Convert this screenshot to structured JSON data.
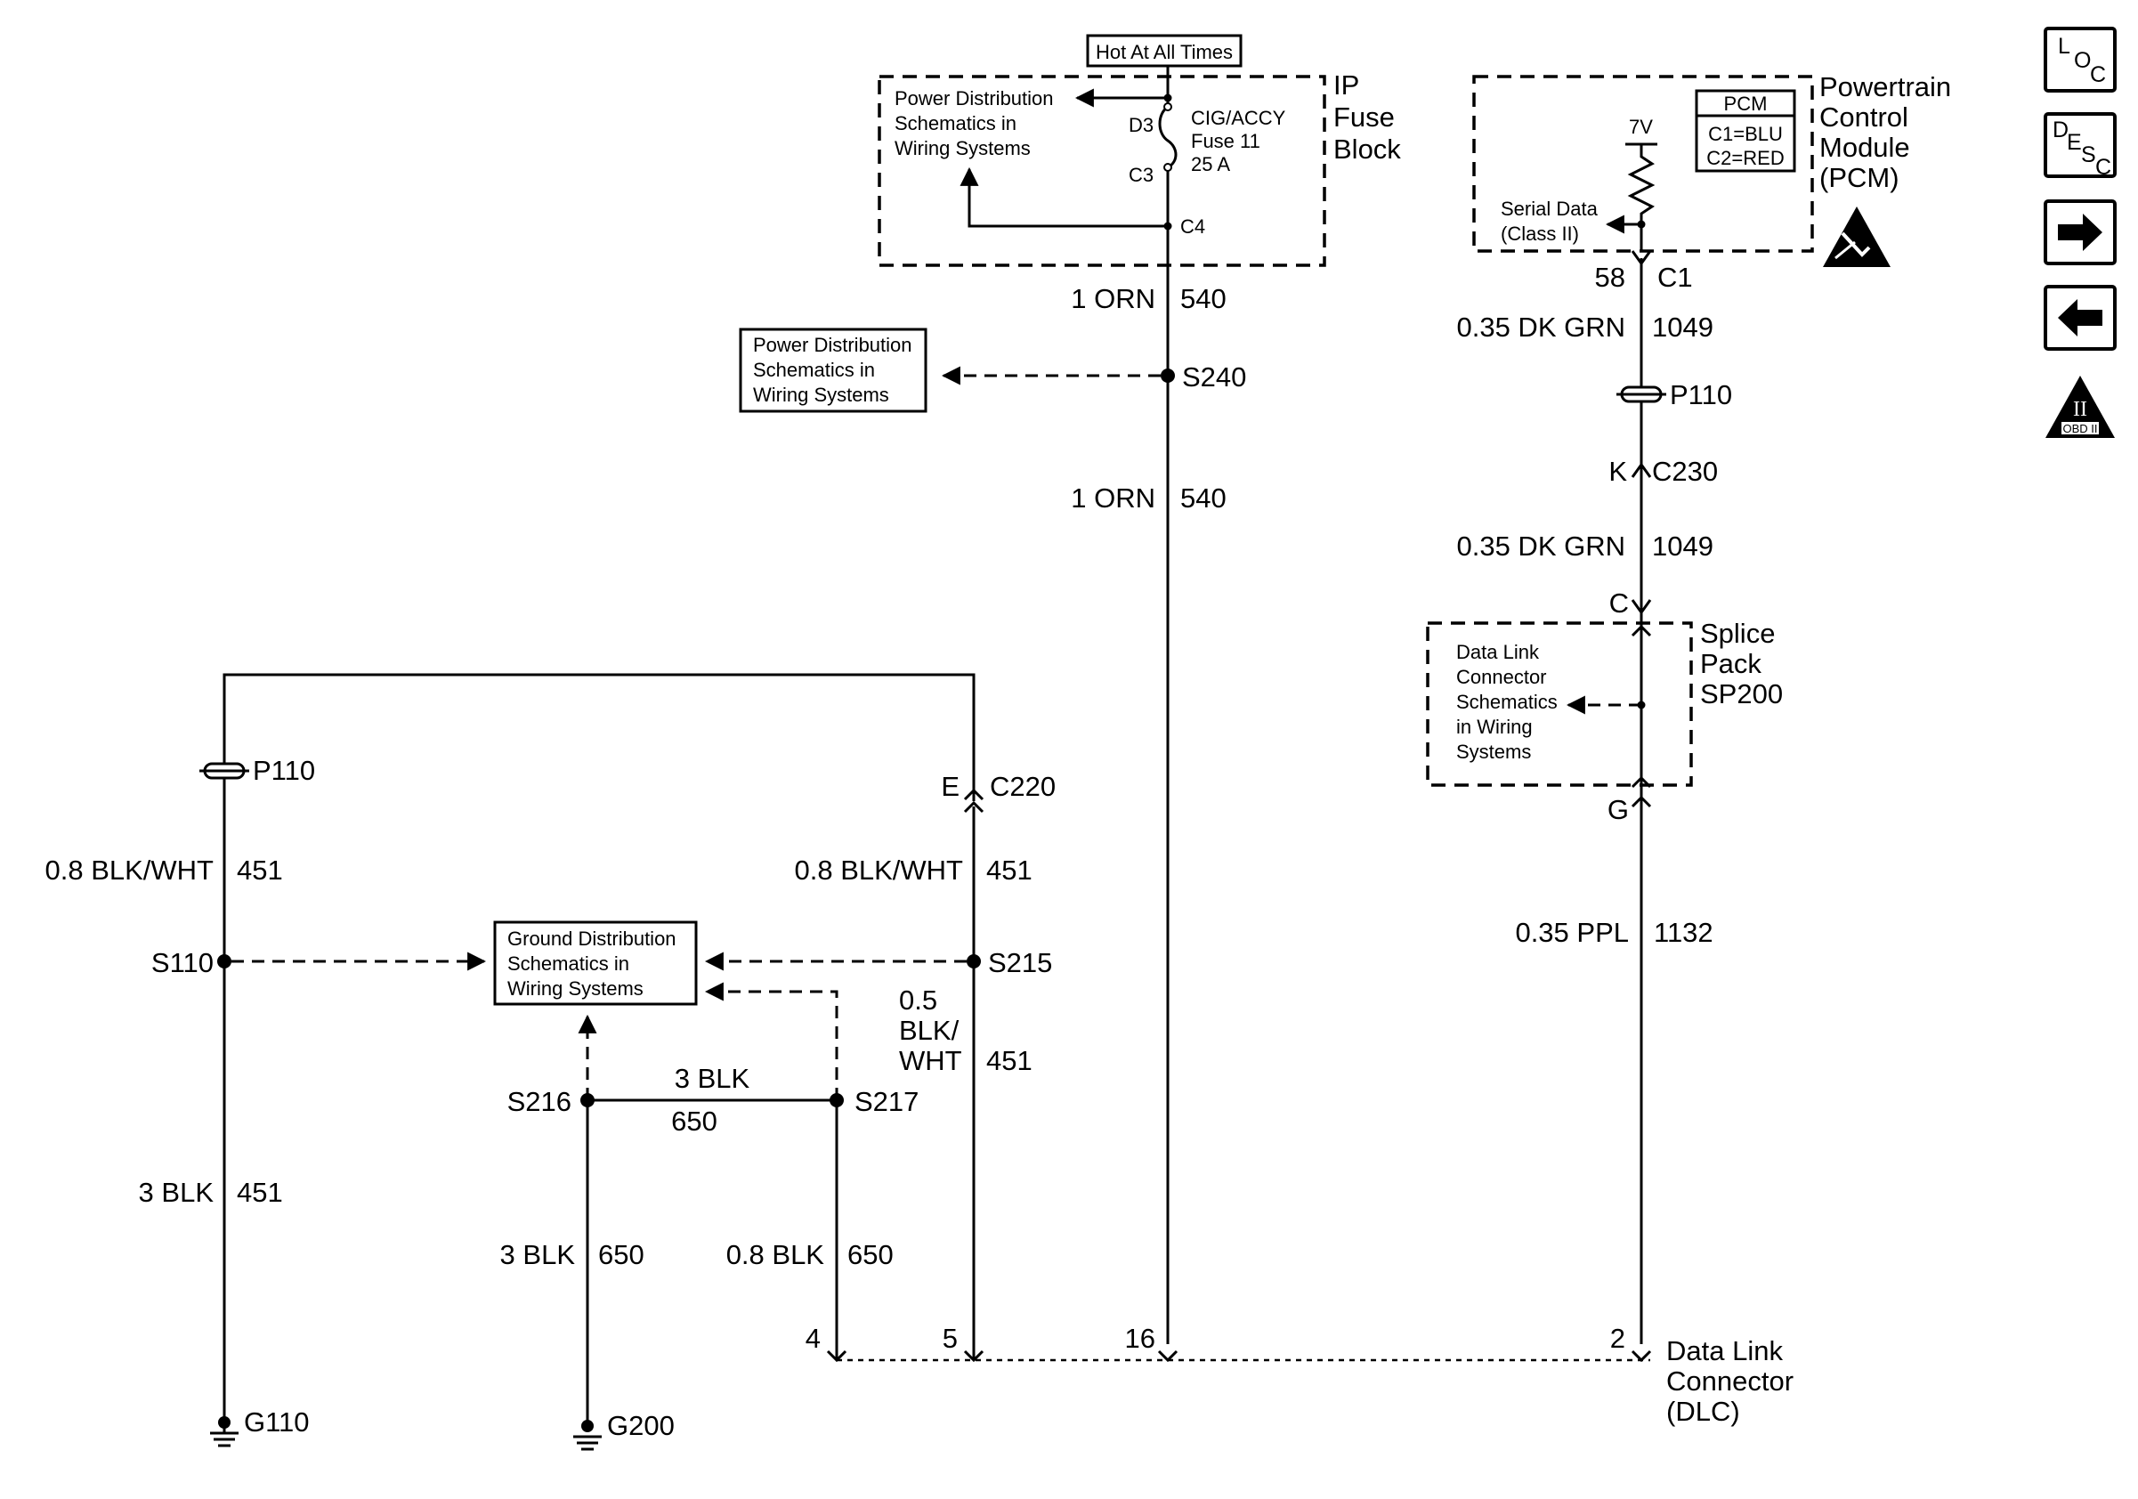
{
  "fuse_block": {
    "hot_label": "Hot At All Times",
    "name": [
      "IP",
      "Fuse",
      "Block"
    ],
    "power_ref": [
      "Power Distribution",
      "Schematics in",
      "Wiring Systems"
    ],
    "fuse_desc": [
      "CIG/ACCY",
      "Fuse 11",
      "25 A"
    ],
    "pins": {
      "d3": "D3",
      "c3": "C3",
      "c4": "C4"
    }
  },
  "pcm": {
    "name": [
      "Powertrain",
      "Control",
      "Module",
      "(PCM)"
    ],
    "tag": "PCM",
    "connectors": [
      "C1=BLU",
      "C2=RED"
    ],
    "voltage": "7V",
    "serial": [
      "Serial Data",
      "(Class II)"
    ],
    "pin": "58",
    "conn": "C1"
  },
  "wires": {
    "orn_size": "1 ORN",
    "orn_circuit": "540",
    "dkgrn_size": "0.35 DK GRN",
    "dkgrn_circuit": "1049",
    "ppl_size": "0.35 PPL",
    "ppl_circuit": "1132",
    "blkwht_size": "0.8 BLK/WHT",
    "blkwht_circuit": "451",
    "blk3_size": "3 BLK",
    "blk451_circuit": "451",
    "blk650_circuit": "650",
    "blk08_size": "0.8 BLK",
    "blk05_lines": [
      "0.5",
      "BLK/",
      "WHT"
    ]
  },
  "splices": {
    "s240": "S240",
    "s110": "S110",
    "s215": "S215",
    "s216": "S216",
    "s217": "S217"
  },
  "power_ref_box": [
    "Power Distribution",
    "Schematics in",
    "Wiring Systems"
  ],
  "ground_ref_box": [
    "Ground Distribution",
    "Schematics in",
    "Wiring Systems"
  ],
  "connectors": {
    "p110": "P110",
    "c230_pin": "K",
    "c230": "C230",
    "c220_pin": "E",
    "c220": "C220"
  },
  "splice_pack": {
    "name": [
      "Splice",
      "Pack",
      "SP200"
    ],
    "in_pin": "C",
    "out_pin": "G",
    "ref": [
      "Data Link",
      "Connector",
      "Schematics",
      "in Wiring",
      "Systems"
    ]
  },
  "dlc": {
    "name": [
      "Data Link",
      "Connector",
      "(DLC)"
    ],
    "pins": [
      "4",
      "5",
      "16",
      "2"
    ]
  },
  "grounds": {
    "g110": "G110",
    "g200": "G200"
  },
  "nav": {
    "loc": [
      "L",
      "O",
      "C"
    ],
    "desc": [
      "D",
      "E",
      "S",
      "C"
    ],
    "obd": "OBD II",
    "obd_numeral": "II"
  }
}
